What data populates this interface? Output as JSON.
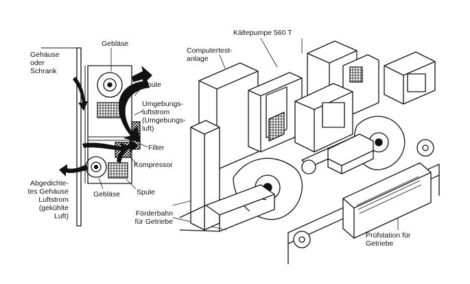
{
  "labels": {
    "housing": "Gehäuse\noder\nSchrank",
    "fan_top": "Gebläse",
    "coil_top": "Spule",
    "ambient_air": "Umgebungs-\nluftstrom\n(Umgebungs-\nluft)",
    "filter": "Filter",
    "compressor": "Kompressor",
    "sealed_housing": "Abgedichte-\ntes Gehäuse\nLuftstrom\n(gekühlte\nLuft)",
    "fan_bottom": "Gebläse",
    "coil_bottom": "Spule",
    "computer_test": "Computertest-\nanlage",
    "cooling_pump": "Kältepumpe 560 T",
    "conveyor": "Förderbahn\nfür Getriebe",
    "test_station": "Prüfstation für\nGetriebe"
  }
}
